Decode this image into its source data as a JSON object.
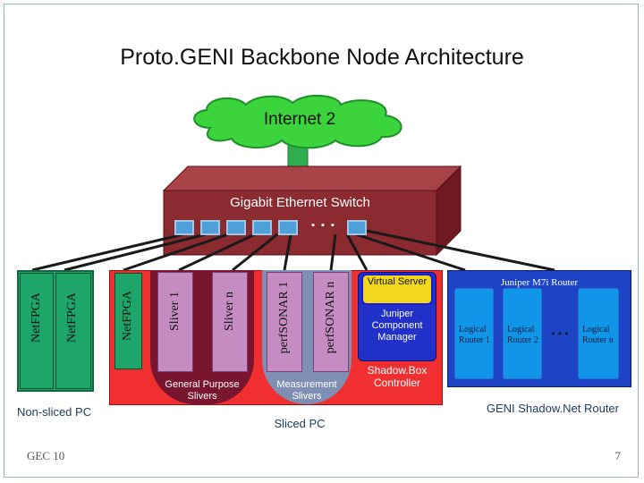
{
  "slide": {
    "title": "Proto.GENI Backbone Node Architecture",
    "footer_left": "GEC 10",
    "page_number": "7"
  },
  "internet": {
    "label": "Internet 2"
  },
  "switch": {
    "label": "Gigabit Ethernet Switch",
    "ellipsis": "▪ ▪ ▪"
  },
  "non_sliced_pc": {
    "caption": "Non-sliced PC",
    "netfpga_1": "NetFPGA",
    "netfpga_2": "NetFPGA"
  },
  "sliced_pc": {
    "caption": "Sliced PC",
    "netfpga": "NetFPGA",
    "general": {
      "sliver_1": "Sliver 1",
      "sliver_n": "Sliver n",
      "caption": "General Purpose Slivers"
    },
    "measurement": {
      "sonar_1": "perfSONAR 1",
      "sonar_n": "perfSONAR n",
      "caption": "Measurement Slivers"
    },
    "shadowbox": {
      "virtual_server": "Virtual Server",
      "component_manager": "Juniper Component Manager",
      "caption": "Shadow.Box Controller"
    }
  },
  "juniper": {
    "title": "Juniper M7i Router",
    "router_1": "Logical Router 1",
    "router_2": "Logical Router 2",
    "router_n": "Logical Router n",
    "dots": "• • •",
    "caption": "GENI Shadow.Net Router"
  },
  "colors": {
    "switch": "#8b2a2f",
    "sliced_pc": "#f03030",
    "non_sliced_pc": "#1ea66a",
    "juniper": "#1c44c4"
  }
}
